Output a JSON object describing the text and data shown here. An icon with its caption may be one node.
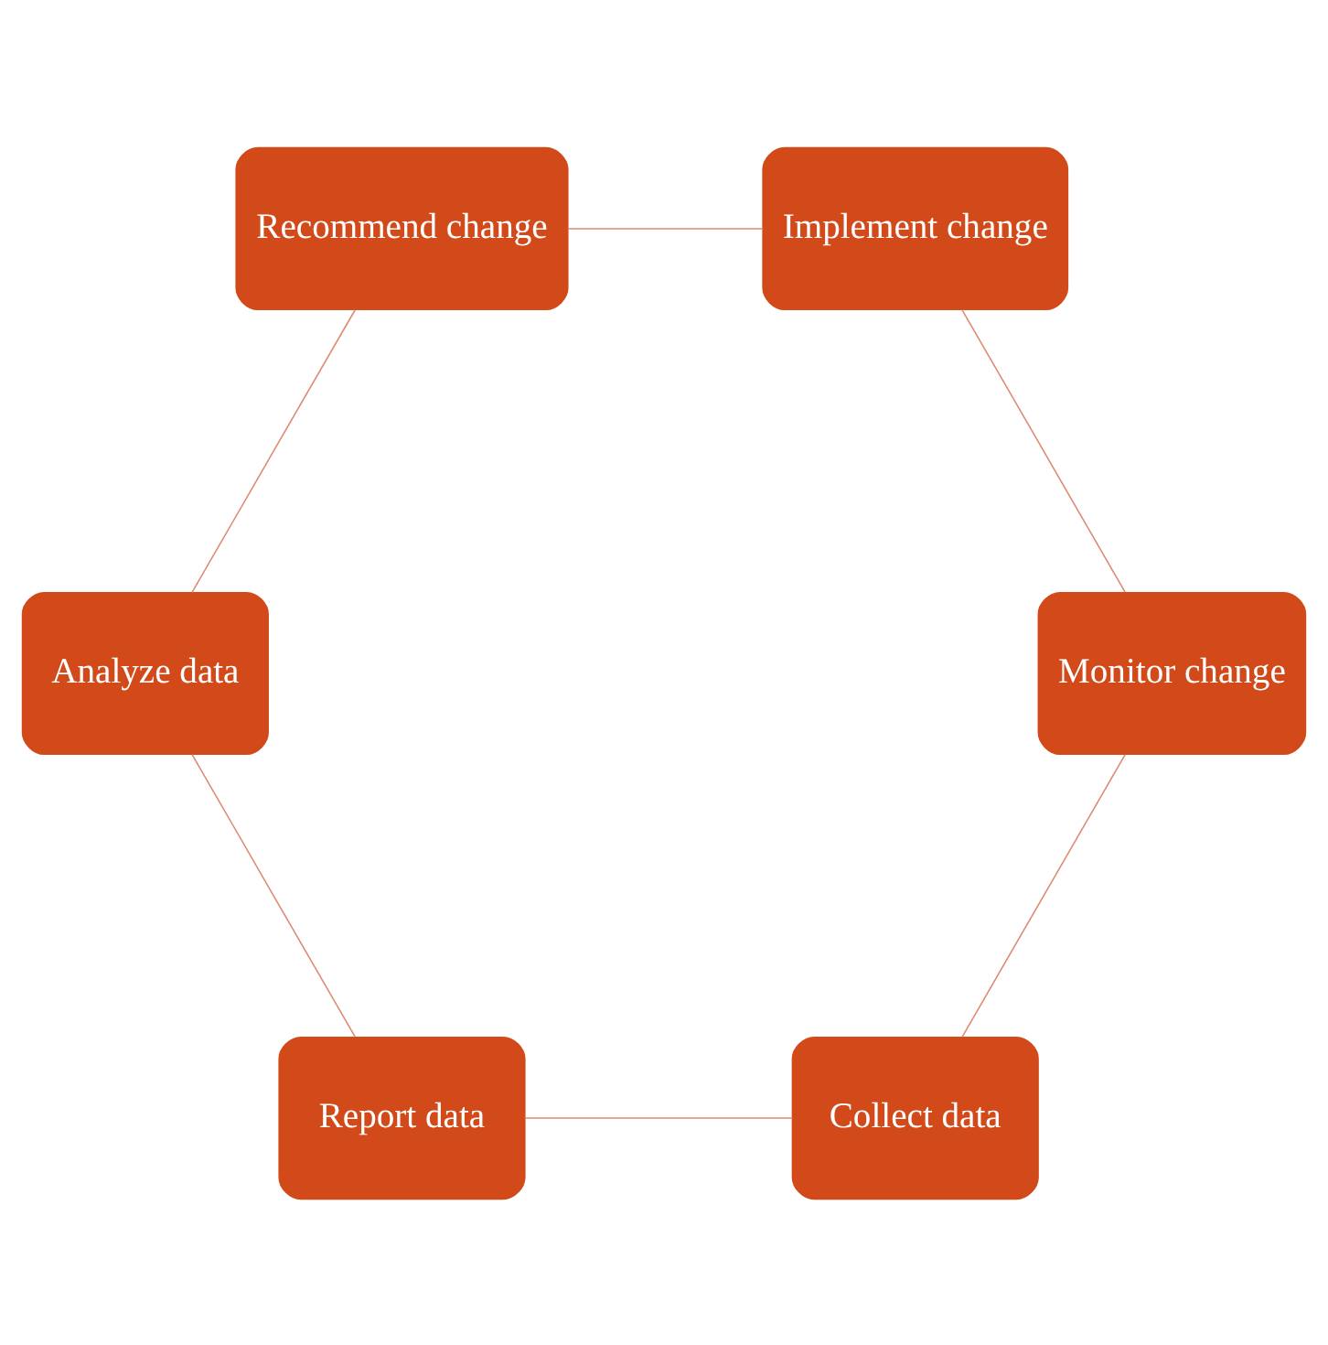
{
  "diagram": {
    "nodes": [
      {
        "text": [
          "Collect data"
        ]
      },
      {
        "text": [
          "Report data"
        ]
      },
      {
        "text": [
          "Analyze data"
        ]
      },
      {
        "text": [
          "Recommend change"
        ]
      },
      {
        "text": [
          "Implement change"
        ]
      },
      {
        "text": [
          "Monitor change"
        ]
      }
    ],
    "edges": [
      {
        "from": 0,
        "to": 1,
        "arrow": "none"
      },
      {
        "from": 1,
        "to": 2,
        "arrow": "none"
      },
      {
        "from": 2,
        "to": 3,
        "arrow": "none"
      },
      {
        "from": 3,
        "to": 4,
        "arrow": "none"
      },
      {
        "from": 4,
        "to": 5,
        "arrow": "none"
      },
      {
        "from": 5,
        "to": 0,
        "arrow": "none"
      }
    ]
  }
}
